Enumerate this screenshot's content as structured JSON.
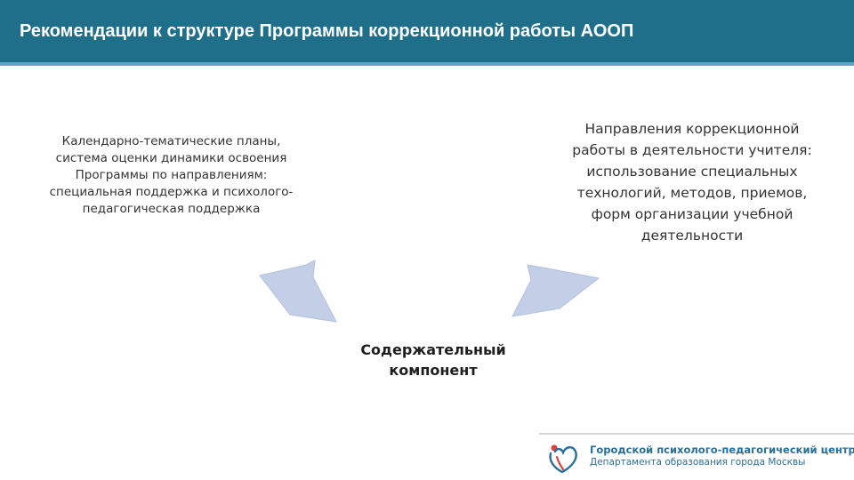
{
  "header": {
    "title": "Рекомендации к структуре Программы коррекционной работы АООП"
  },
  "left_block": {
    "text": "Календарно-тематические планы, система оценки динамики освоения  Программы по направлениям: специальная поддержка и психолого-педагогическая поддержка"
  },
  "right_block": {
    "text": "Направления коррекционной работы в деятельности учителя: использование специальных технологий, методов, приемов, форм организации учебной деятельности"
  },
  "center_block": {
    "text": "Содержательный компонент"
  },
  "footer_logo": {
    "name": "Городской психолого-педагогический центр",
    "subtitle": "Департамента образования города Москвы"
  },
  "colors": {
    "header_background": "#1f6f8b",
    "arrow_fill": "#c3cfe6",
    "logo_text": "#2b6f98",
    "logo_red": "#e0403a"
  },
  "icons": {
    "arrow_left": "arrow-down-right-icon",
    "arrow_right": "arrow-down-left-icon",
    "logo_mark": "heart-figure-logo-icon"
  }
}
